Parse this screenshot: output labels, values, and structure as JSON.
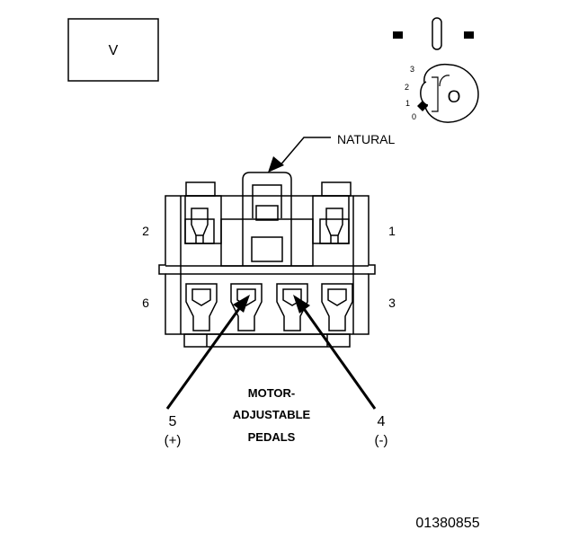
{
  "view_box_label": "V",
  "orientation_key": {
    "position_labels": [
      "3",
      "2",
      "1",
      "0"
    ],
    "key_letter": "O"
  },
  "connector": {
    "color_label": "NATURAL",
    "pin_labels": {
      "pin1": "1",
      "pin2": "2",
      "pin3": "3",
      "pin6": "6"
    },
    "callouts": {
      "left_pin": "5",
      "left_polarity": "(+)",
      "right_pin": "4",
      "right_polarity": "(-)"
    },
    "component_name": [
      "MOTOR-",
      "ADJUSTABLE",
      "PEDALS"
    ]
  },
  "figure_id": "01380855"
}
